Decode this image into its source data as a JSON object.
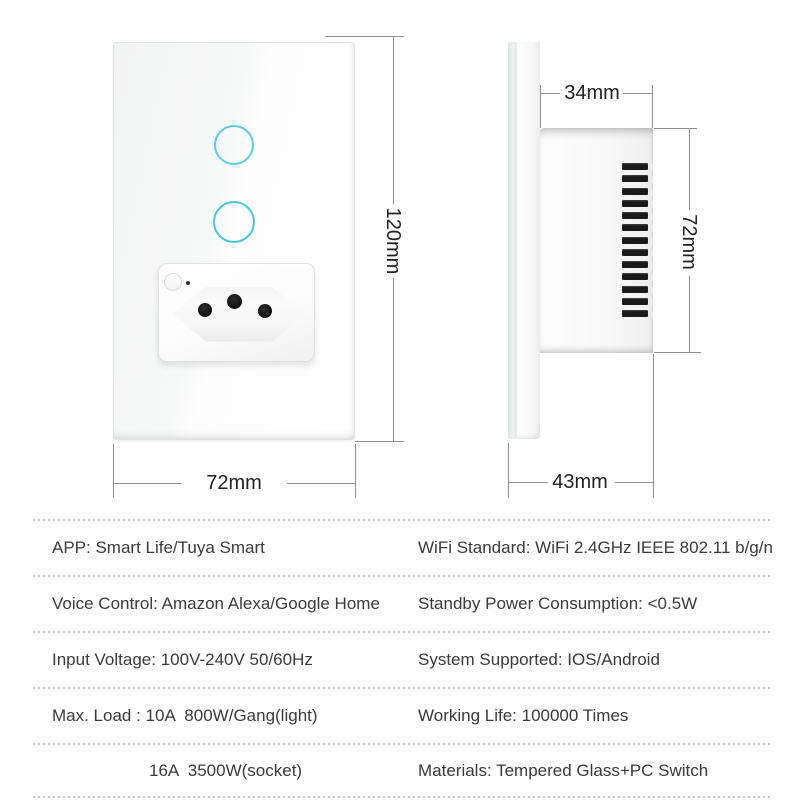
{
  "front_view": {
    "height_label": "120mm",
    "width_label": "72mm",
    "touch_button_count": 2
  },
  "side_view": {
    "top_depth_label": "34mm",
    "body_height_label": "72mm",
    "bottom_depth_label": "43mm",
    "vent_count": 13
  },
  "specs": {
    "rows": [
      {
        "left": "APP: Smart Life/Tuya Smart",
        "right": "WiFi Standard: WiFi 2.4GHz IEEE 802.11 b/g/n"
      },
      {
        "left": "Voice Control: Amazon Alexa/Google Home",
        "right": "Standby Power Consumption: <0.5W"
      },
      {
        "left": "Input Voltage: 100V-240V 50/60Hz",
        "right": "System Supported: IOS/Android"
      },
      {
        "left": "Max. Load : 10A  800W/Gang(light)",
        "right": "Working Life: 100000 Times"
      },
      {
        "left": "16A  3500W(socket)",
        "right": "Materials: Tempered Glass+PC Switch"
      }
    ]
  },
  "colors": {
    "touch_ring": "#49c5e6",
    "dimension_line": "#8f8f8f",
    "dimension_text": "#222222",
    "spec_text": "#3a3a3a",
    "divider_dot": "#c6c6c6",
    "glass_edge_tint": "#dfe9e4",
    "vent_slot": "#1a1a1a"
  }
}
